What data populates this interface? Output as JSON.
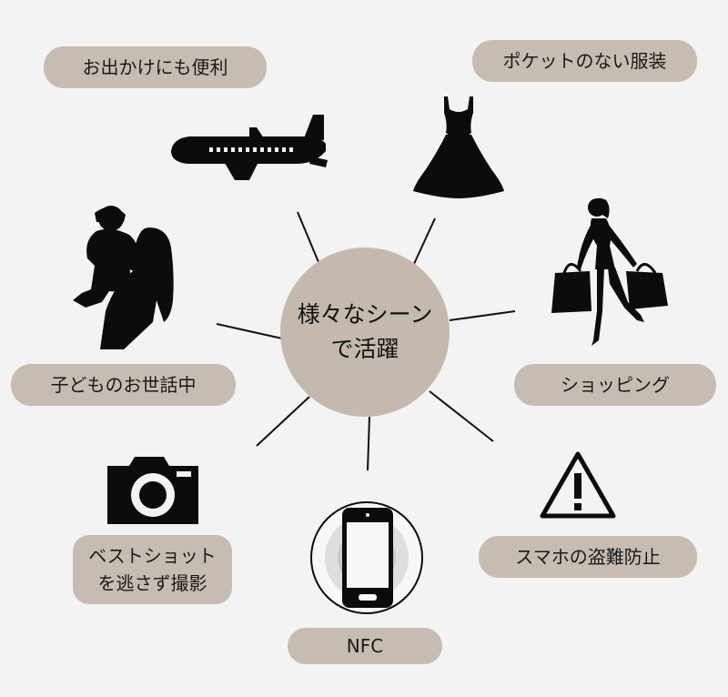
{
  "center": {
    "line1": "様々なシーン",
    "line2": "で活躍"
  },
  "scenes": {
    "outing": "お出かけにも便利",
    "pocketless": "ポケットのない服装",
    "childcare": "子どものお世話中",
    "shopping": "ショッピング",
    "photo_line1": "ベストショット",
    "photo_line2": "を逃さず撮影",
    "theft": "スマホの盗難防止",
    "nfc": "NFC"
  },
  "icons": {
    "outing": "airplane-icon",
    "pocketless": "dress-icon",
    "childcare": "mother-child-icon",
    "shopping": "shopper-icon",
    "photo": "camera-icon",
    "theft": "warning-icon",
    "nfc": "phone-nfc-icon"
  },
  "colors": {
    "pill": "#c7bcb1",
    "hub": "#c5b9ad",
    "icon": "#0c0c0c",
    "background": "#f3f3f3"
  }
}
